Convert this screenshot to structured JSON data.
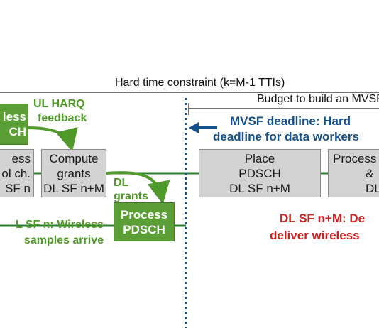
{
  "constraint": {
    "label": "Hard time constraint (k=M-1 TTIs)"
  },
  "budget": {
    "label": "Budget to build an MVSF"
  },
  "boxes": {
    "ul_top": {
      "lines": [
        "less",
        "CH"
      ]
    },
    "ctrl": {
      "lines": [
        "ess",
        "ol ch.",
        "SF n"
      ]
    },
    "compute": {
      "lines": [
        "Compute",
        "grants",
        "DL SF n+M"
      ]
    },
    "pdsch": {
      "lines": [
        "Process",
        "PDSCH"
      ]
    },
    "place": {
      "lines": [
        "Place",
        "PDSCH",
        "DL SF n+M"
      ]
    },
    "process_r": {
      "lines": [
        "Process",
        "&",
        "DL"
      ]
    }
  },
  "labels": {
    "ul_harq": [
      "UL HARQ",
      "feedback"
    ],
    "dl_grants": [
      "DL",
      "grants"
    ],
    "arrive": [
      "L SF n: Wireless",
      "samples arrive"
    ],
    "mvsf": [
      "MVSF deadline: Hard",
      "deadline for data workers"
    ],
    "dl_deadline": [
      "DL SF n+M: De",
      "deliver wireless"
    ]
  },
  "colors": {
    "green": "#5a9e35",
    "line": "#2e7d32",
    "blue": "#14508a",
    "red": "#cc2222",
    "gray": "#d3d3d3"
  }
}
